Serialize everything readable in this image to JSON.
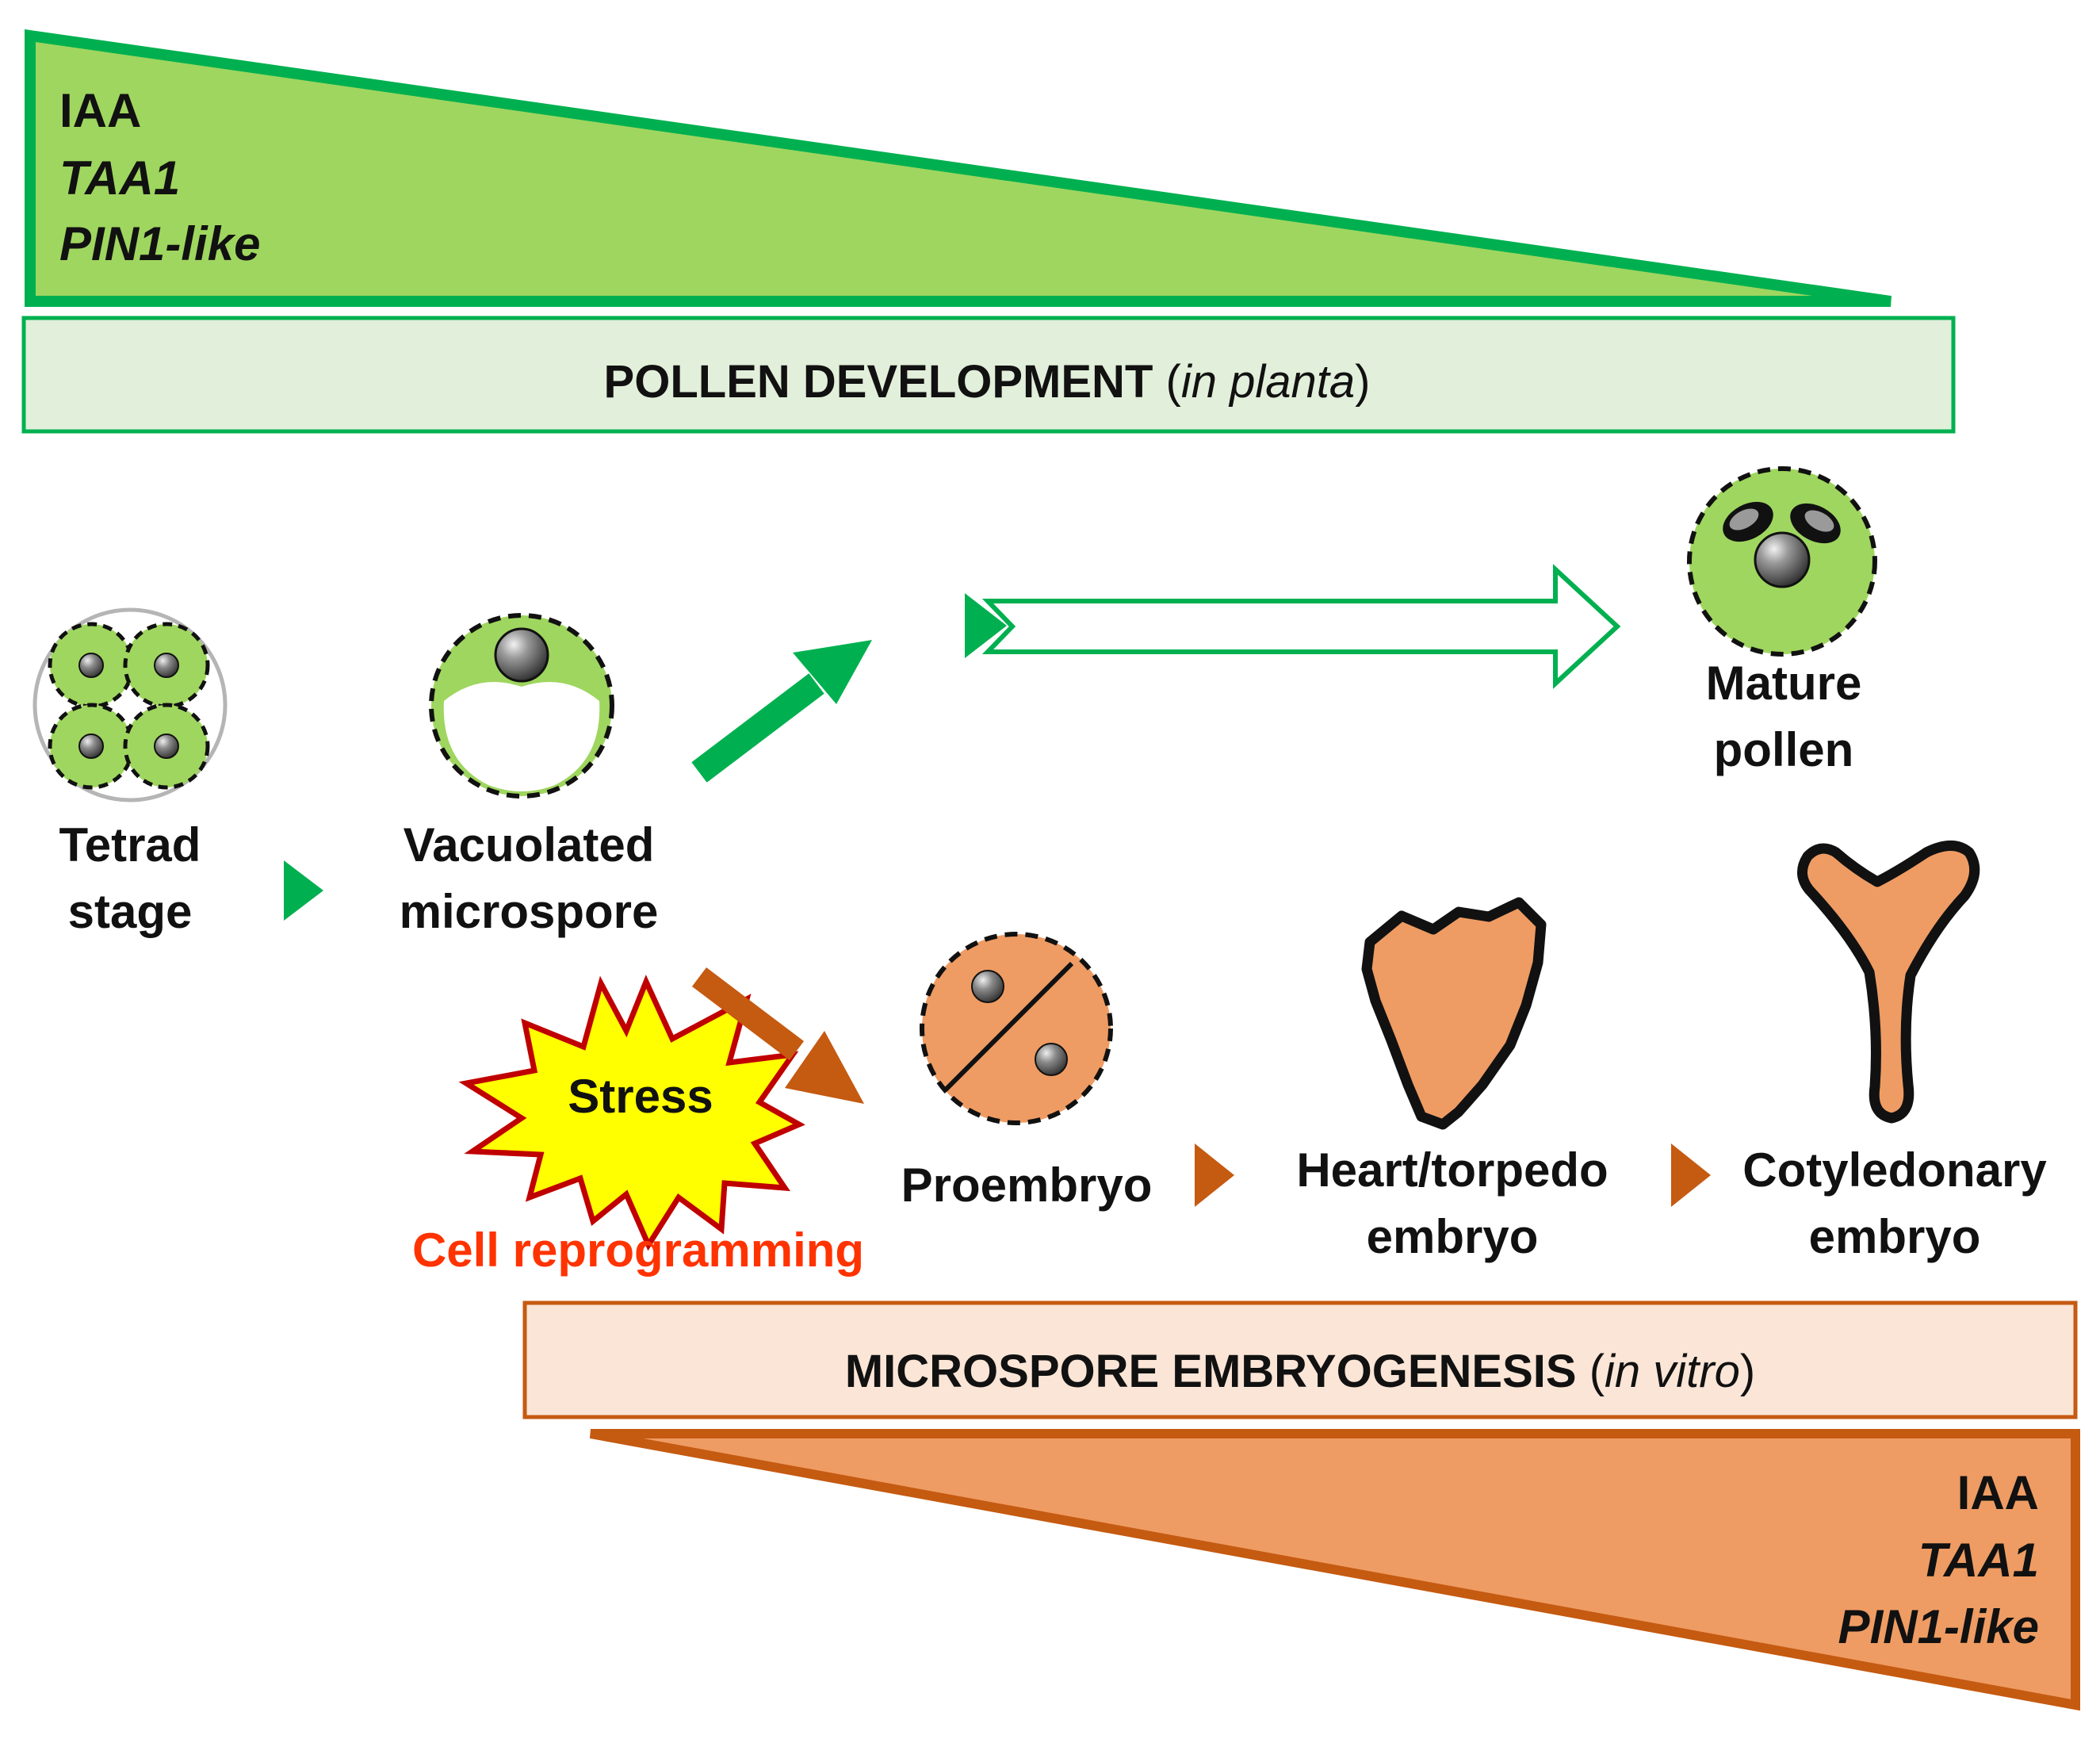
{
  "top_gradient": {
    "lines": [
      "IAA",
      "TAA1",
      "PIN1-like"
    ]
  },
  "pollen_banner": {
    "main": "POLLEN DEVELOPMENT",
    "open": " (",
    "qualifier": "in planta",
    "close": ")"
  },
  "stages": {
    "tetrad": [
      "Tetrad",
      "stage"
    ],
    "vacuolated": [
      "Vacuolated",
      "microspore"
    ],
    "mature": [
      "Mature",
      "pollen"
    ],
    "proembryo": "Proembryo",
    "heart": [
      "Heart/torpedo",
      "embryo"
    ],
    "cotyledonary": [
      "Cotyledonary",
      "embryo"
    ]
  },
  "stress": {
    "label": "Stress",
    "reprogramming": "Cell reprogramming"
  },
  "embryo_banner": {
    "main": "MICROSPORE EMBRYOGENESIS",
    "open": " (",
    "qualifier": "in vitro",
    "close": ")"
  },
  "bottom_gradient": {
    "lines": [
      "IAA",
      "TAA1",
      "PIN1-like"
    ]
  },
  "colors": {
    "green_dark": "#00b050",
    "green_fill": "#9fd65f",
    "green_pale": "#e2efda",
    "orange_dark": "#c55a11",
    "orange_fill": "#ee9c63",
    "orange_pale": "#fbe5d6",
    "stress_yellow": "#ffff00",
    "stress_red": "#c00000",
    "reprogramming_red": "#ff3300"
  }
}
